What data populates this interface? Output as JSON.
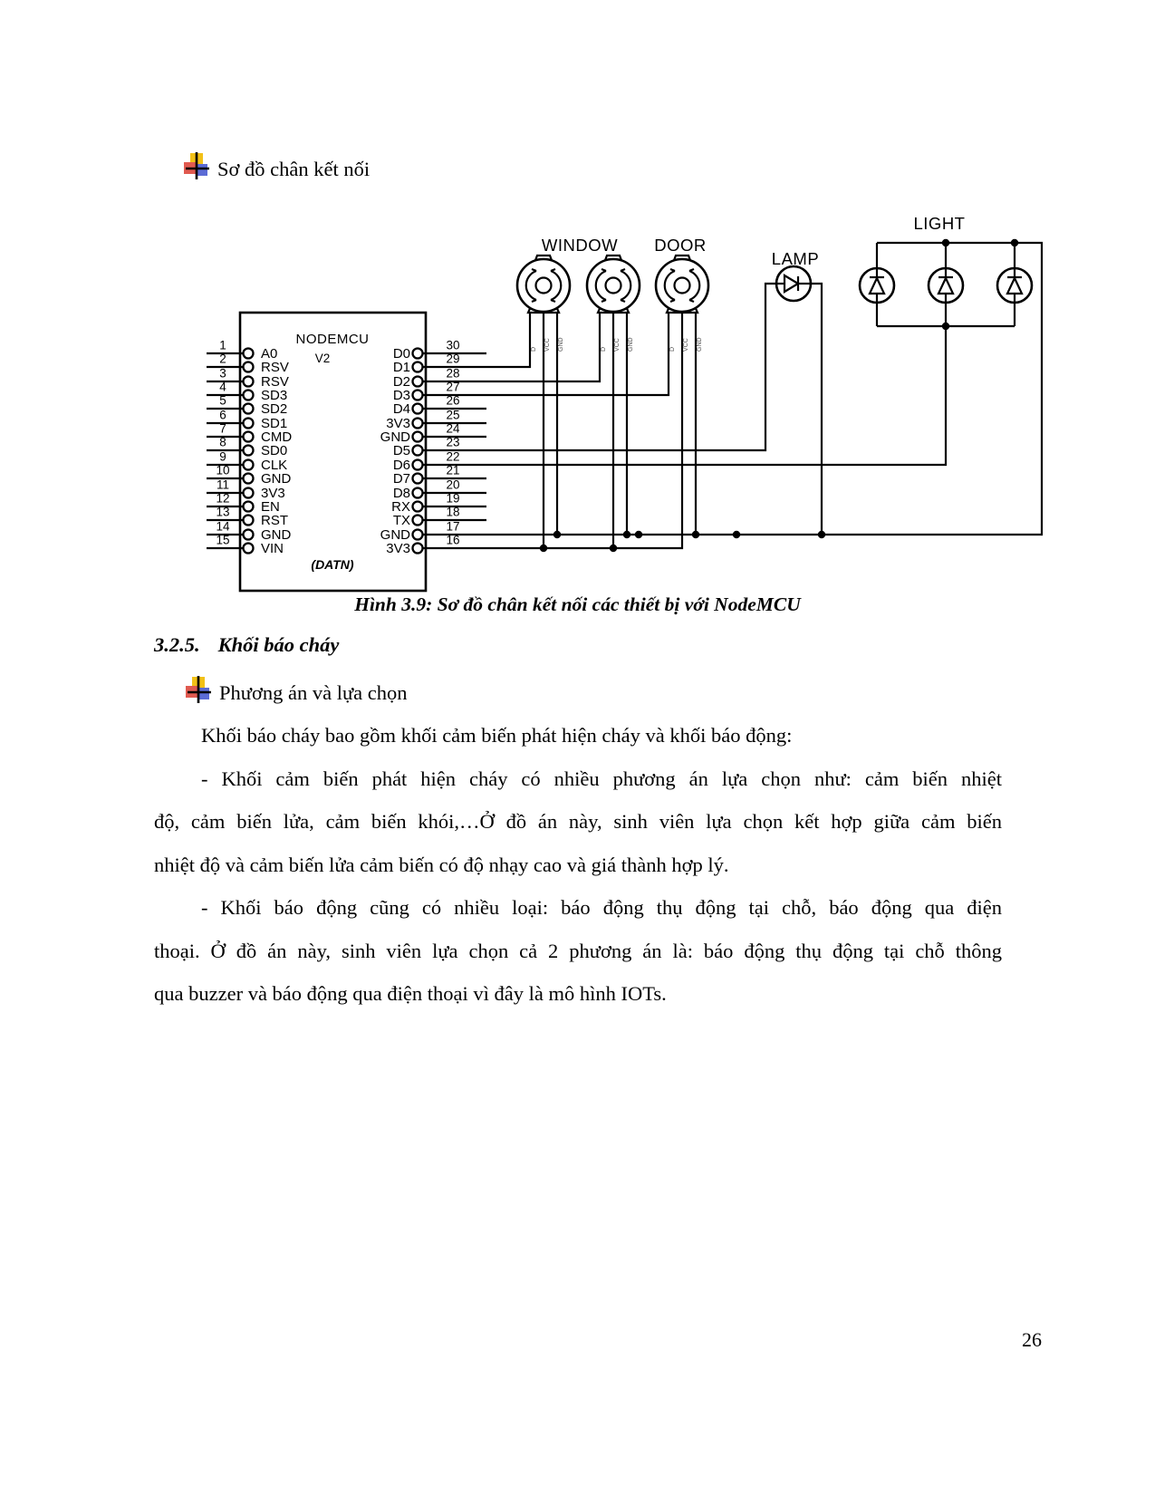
{
  "page": {
    "number": "26"
  },
  "intro_bullet": {
    "label": "Sơ đồ chân kết nối"
  },
  "figure": {
    "caption": "Hình 3.9: Sơ đồ chân kết nối các thiết bị với NodeMCU",
    "chip": {
      "title": "NODEMCU",
      "version": "V2",
      "footer": "(DATN)",
      "left_pins": [
        {
          "num": "1",
          "name": "A0"
        },
        {
          "num": "2",
          "name": "RSV"
        },
        {
          "num": "3",
          "name": "RSV"
        },
        {
          "num": "4",
          "name": "SD3"
        },
        {
          "num": "5",
          "name": "SD2"
        },
        {
          "num": "6",
          "name": "SD1"
        },
        {
          "num": "7",
          "name": "CMD"
        },
        {
          "num": "8",
          "name": "SD0"
        },
        {
          "num": "9",
          "name": "CLK"
        },
        {
          "num": "10",
          "name": "GND"
        },
        {
          "num": "11",
          "name": "3V3"
        },
        {
          "num": "12",
          "name": "EN"
        },
        {
          "num": "13",
          "name": "RST"
        },
        {
          "num": "14",
          "name": "GND"
        },
        {
          "num": "15",
          "name": "VIN"
        }
      ],
      "right_pins": [
        {
          "num": "30",
          "name": "D0"
        },
        {
          "num": "29",
          "name": "D1"
        },
        {
          "num": "28",
          "name": "D2"
        },
        {
          "num": "27",
          "name": "D3"
        },
        {
          "num": "26",
          "name": "D4"
        },
        {
          "num": "25",
          "name": "3V3"
        },
        {
          "num": "24",
          "name": "GND"
        },
        {
          "num": "23",
          "name": "D5"
        },
        {
          "num": "22",
          "name": "D6"
        },
        {
          "num": "21",
          "name": "D7"
        },
        {
          "num": "20",
          "name": "D8"
        },
        {
          "num": "19",
          "name": "RX"
        },
        {
          "num": "18",
          "name": "TX"
        },
        {
          "num": "17",
          "name": "GND"
        },
        {
          "num": "16",
          "name": "3V3"
        }
      ]
    },
    "labels": {
      "window": "WINDOW",
      "door": "DOOR",
      "lamp": "LAMP",
      "light": "LIGHT"
    },
    "servo_leg_labels": [
      "D",
      "VCC",
      "GND"
    ]
  },
  "section": {
    "number": "3.2.5.",
    "title": "Khối báo cháy"
  },
  "option_bullet": {
    "label": "Phương án và lựa chọn"
  },
  "body": {
    "lines": [
      "Khối báo cháy bao gồm khối cảm biến phát hiện cháy và khối báo động:",
      "- Khối cảm biến phát hiện cháy có nhiều phương án lựa chọn như: cảm biến nhiệt",
      "độ, cảm biến lửa, cảm biến khói,…Ở đồ án này, sinh viên lựa chọn kết hợp giữa cảm biến",
      "nhiệt độ và cảm biến lửa cảm biến có độ nhạy cao và giá thành hợp lý.",
      "- Khối báo động cũng có nhiều loại: báo động thụ động tại chỗ, báo động qua điện",
      "thoại. Ở đồ án này, sinh viên lựa chọn cả 2 phương án là: báo động thụ động tại chỗ thông",
      "qua buzzer và báo động qua điện thoại vì đây là mô hình IOTs."
    ],
    "colors": {
      "marker_yellow": "#F2C117",
      "marker_red": "#E05A50",
      "marker_blue": "#5B6BD5"
    }
  }
}
